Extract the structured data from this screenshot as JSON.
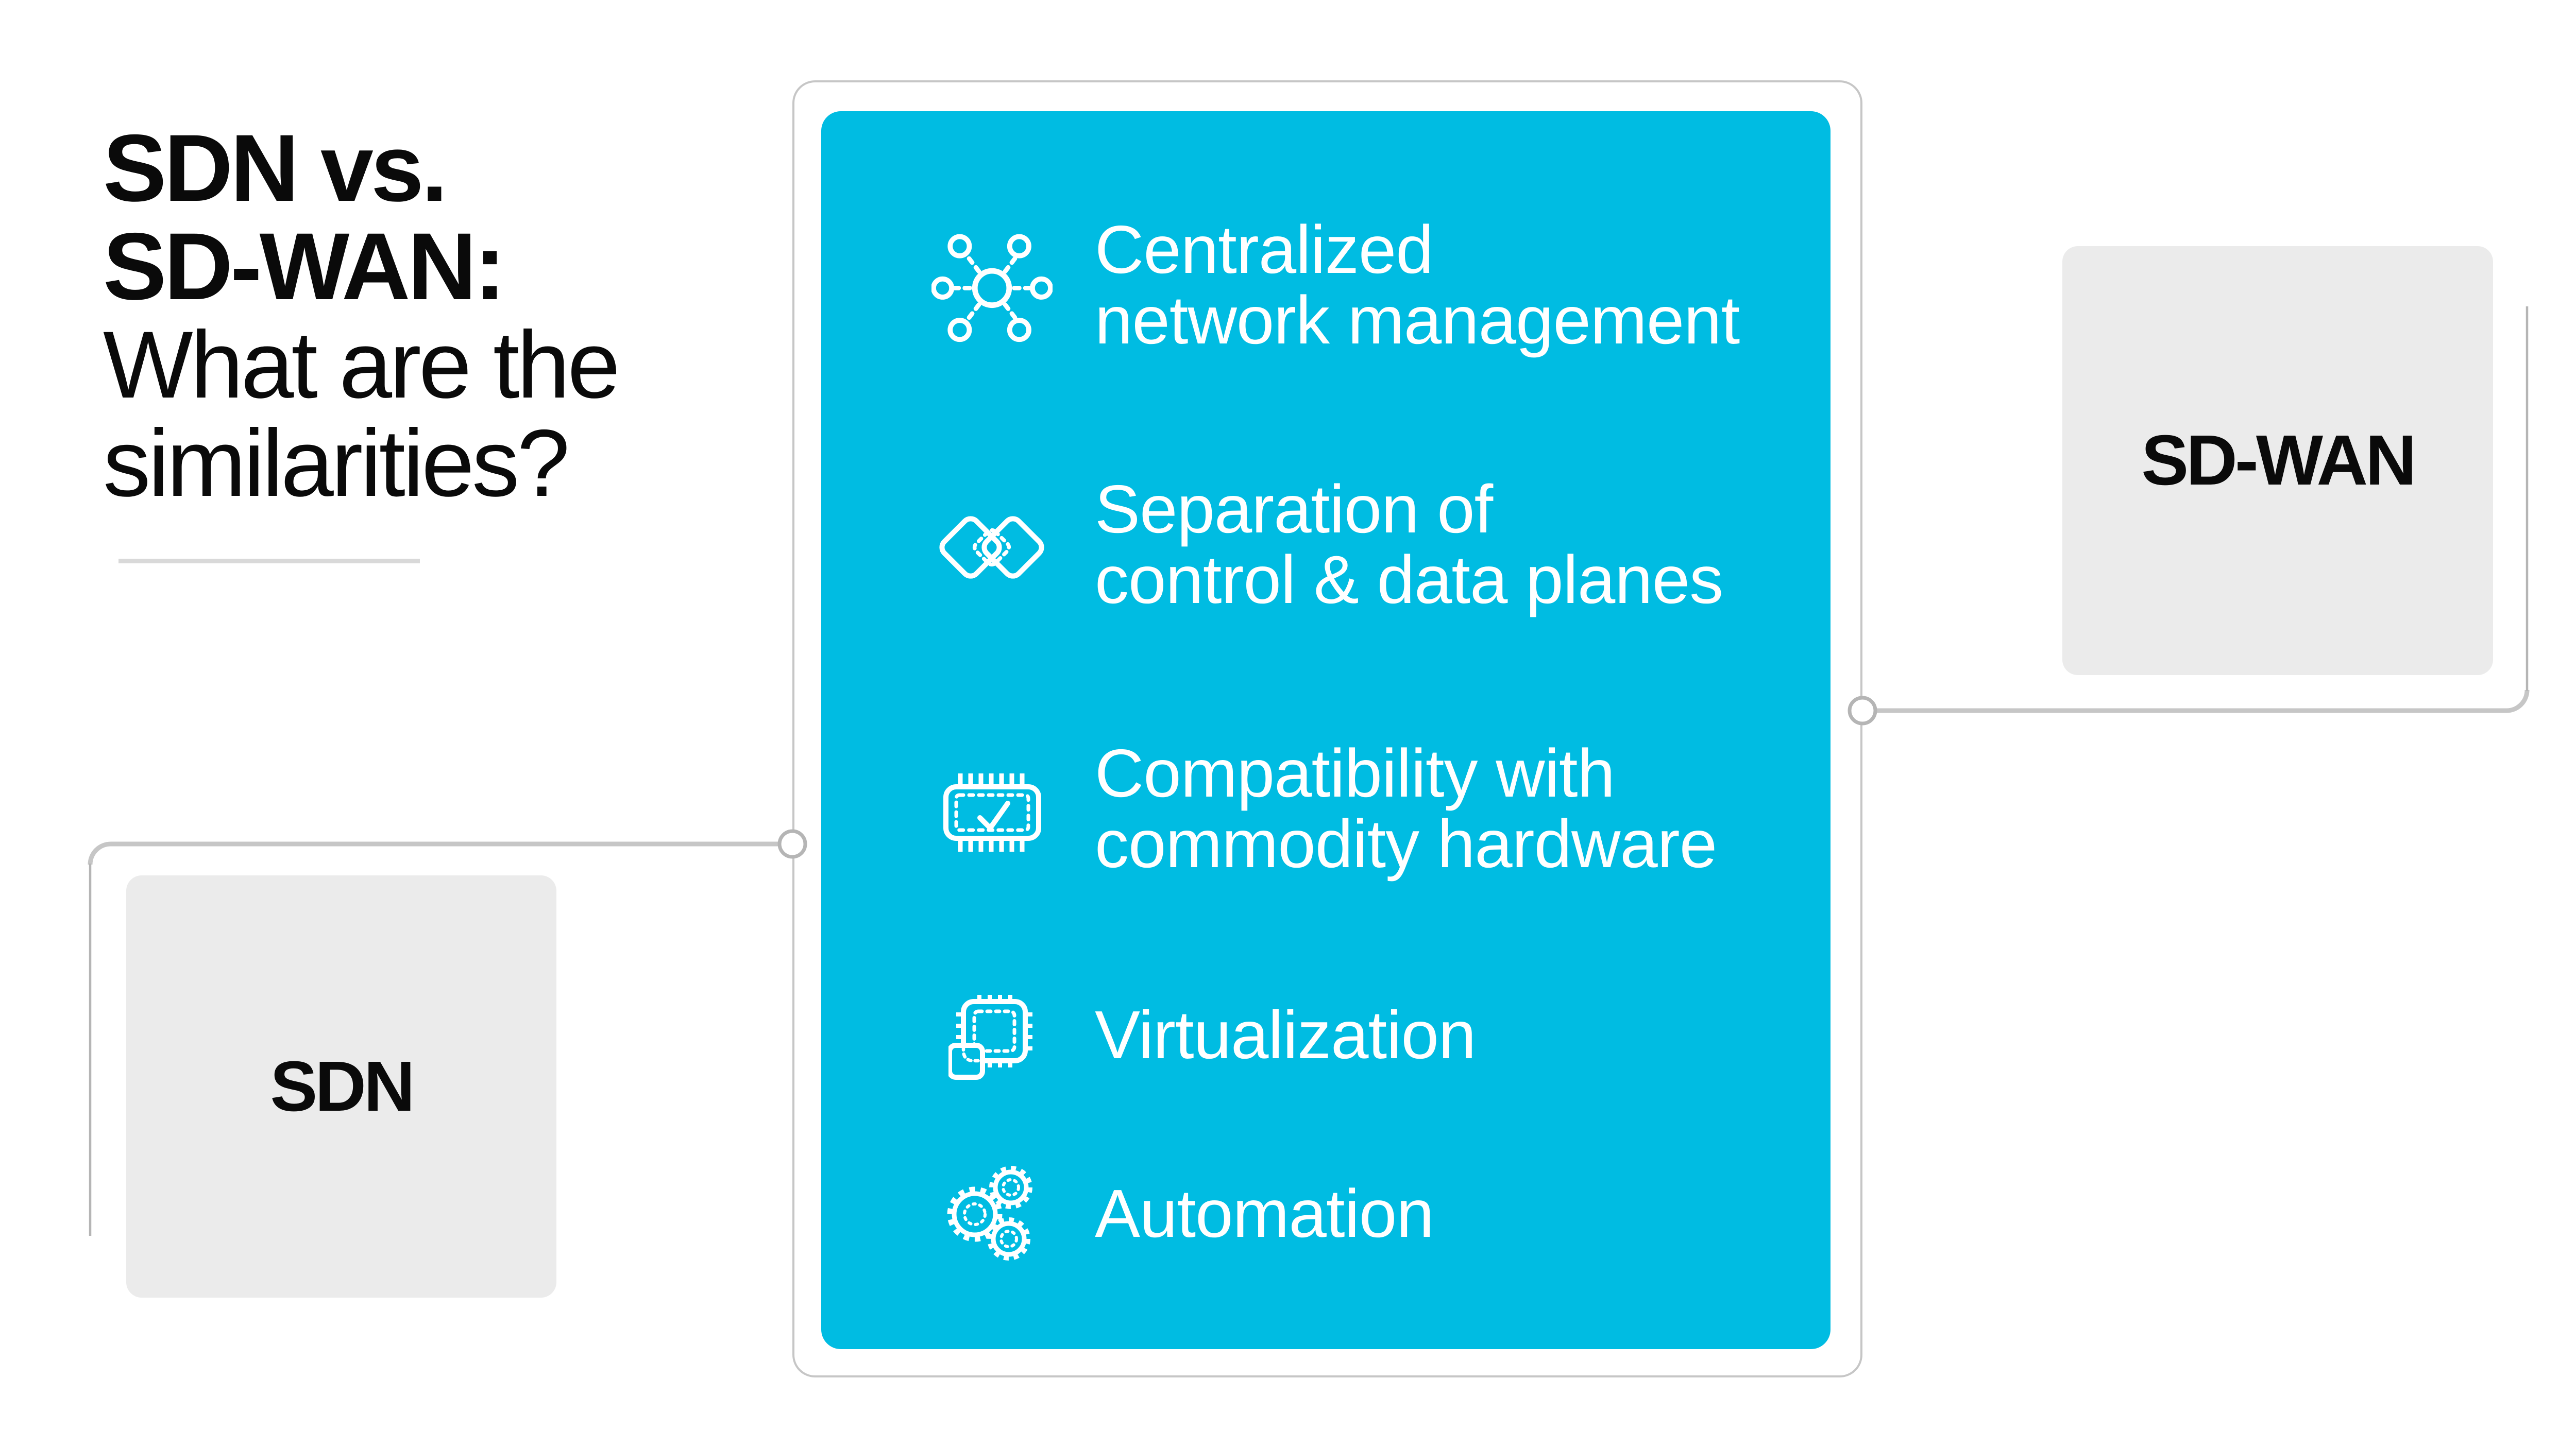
{
  "title": {
    "bold_line_1": "SDN vs.",
    "bold_line_2": "SD-WAN:",
    "line_3": "What are the",
    "line_4": "similarities?"
  },
  "left_box": {
    "label": "SDN"
  },
  "right_box": {
    "label": "SD-WAN"
  },
  "similarities_card": {
    "items": [
      {
        "icon": "hub-network-icon",
        "lines": [
          "Centralized",
          "network management"
        ]
      },
      {
        "icon": "overlapping-planes-icon",
        "lines": [
          "Separation of",
          "control & data planes"
        ]
      },
      {
        "icon": "chip-check-icon",
        "lines": [
          "Compatibility with",
          "commodity hardware"
        ]
      },
      {
        "icon": "chip-virtualization-icon",
        "lines": [
          "Virtualization"
        ]
      },
      {
        "icon": "gears-icon",
        "lines": [
          "Automation"
        ]
      }
    ]
  },
  "colors": {
    "accent_cyan": "#00bce2",
    "card_frame_border": "#c6c6c6",
    "connector_gray": "#c6c6c6",
    "connector_thin_gray": "#b5b5b5",
    "node_circle_stroke": "#b5b5b5",
    "box_gray": "#ebebeb",
    "title_underline": "#d9d9d9",
    "title_text": "#0a0a0a",
    "text_on_accent": "#ffffff"
  }
}
